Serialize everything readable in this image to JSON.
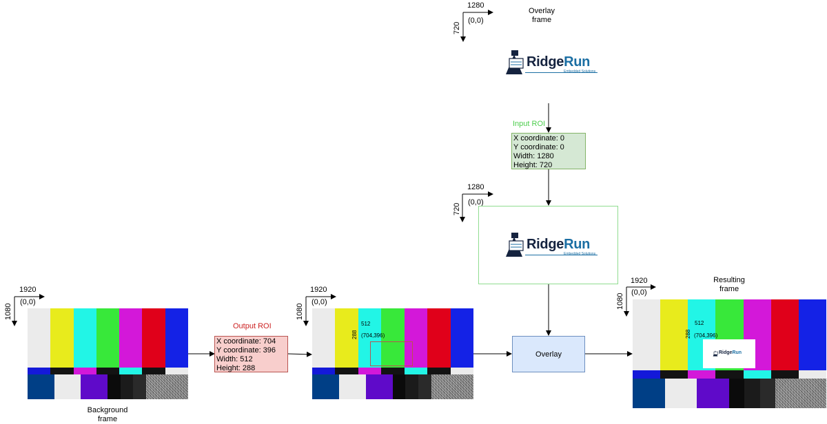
{
  "overlay_frame": {
    "width_label": "1280",
    "height_label": "720",
    "origin_label": "(0,0)",
    "caption": "Overlay\nframe",
    "logo_word_a": "Ridge",
    "logo_word_b": "Run",
    "logo_tagline": "Embedded Solutions"
  },
  "input_roi": {
    "title": "Input ROI",
    "lines": [
      "X coordinate: 0",
      "Y coordinate: 0",
      "Width: 1280",
      "Height: 720"
    ],
    "title_color": "#4ccd4c",
    "fill": "#d5e8d4",
    "border": "#82b366"
  },
  "cropped_overlay": {
    "width_label": "1280",
    "height_label": "720",
    "origin_label": "(0,0)"
  },
  "background_frame": {
    "width_label": "1920",
    "height_label": "1080",
    "origin_label": "(0,0)",
    "caption": "Background\nframe"
  },
  "output_roi": {
    "title": "Output ROI",
    "lines": [
      "X coordinate: 704",
      "Y coordinate: 396",
      "Width: 512",
      "Height: 288"
    ],
    "title_color": "#cc2020",
    "fill": "#f8cecc",
    "border": "#b85450"
  },
  "roi_frame": {
    "width_label": "1920",
    "height_label": "1080",
    "origin_label": "(0,0)",
    "inner_width": "512",
    "inner_height": "288",
    "inner_origin": "(704,396)"
  },
  "overlay_block": {
    "label": "Overlay"
  },
  "resulting_frame": {
    "width_label": "1920",
    "height_label": "1080",
    "origin_label": "(0,0)",
    "caption": "Resulting\nframe",
    "inner_width": "512",
    "inner_height": "288",
    "inner_origin": "(704,396)"
  },
  "colors": {
    "bars_top": [
      "#ebebeb",
      "#e8eb1c",
      "#22f5e6",
      "#38e83a",
      "#d318d9",
      "#e0001a",
      "#1422e6"
    ],
    "bars_mid": [
      "#1419d9",
      "#131313",
      "#d318d9",
      "#131313",
      "#22f5e6",
      "#131313",
      "#ebebeb"
    ],
    "bars_bot": [
      "#003f86",
      "#ebebeb",
      "#5f0ac9",
      "#0b0b0b",
      "#1b1b1b",
      "#2a2a2a",
      "noise"
    ],
    "logo_dark": "#15233f",
    "logo_accent": "#1a6ea3",
    "frame_border": "#8fdc8f"
  }
}
